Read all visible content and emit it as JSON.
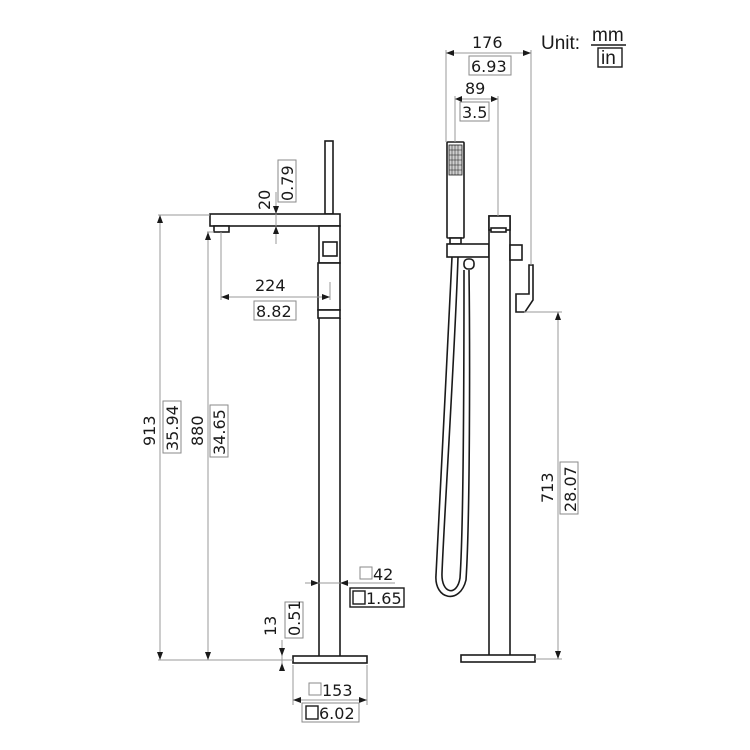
{
  "unit_legend": {
    "label": "Unit:",
    "primary": "mm",
    "secondary": "in"
  },
  "front_view": {
    "spout_thickness": {
      "mm": "20",
      "in": "0.79"
    },
    "spout_reach": {
      "mm": "224",
      "in": "8.82"
    },
    "overall_height": {
      "mm": "913",
      "in": "35.94"
    },
    "spout_outlet_height": {
      "mm": "880",
      "in": "34.65"
    },
    "column_square": {
      "mm": "42",
      "in": "1.65",
      "symbol": "□"
    },
    "base_thickness": {
      "mm": "13",
      "in": "0.51"
    },
    "base_square": {
      "mm": "153",
      "in": "6.02",
      "symbol": "□"
    }
  },
  "side_view": {
    "total_depth": {
      "mm": "176",
      "in": "6.93"
    },
    "handshower_offset": {
      "mm": "89",
      "in": "3.5"
    },
    "handle_height": {
      "mm": "713",
      "in": "28.07"
    }
  }
}
